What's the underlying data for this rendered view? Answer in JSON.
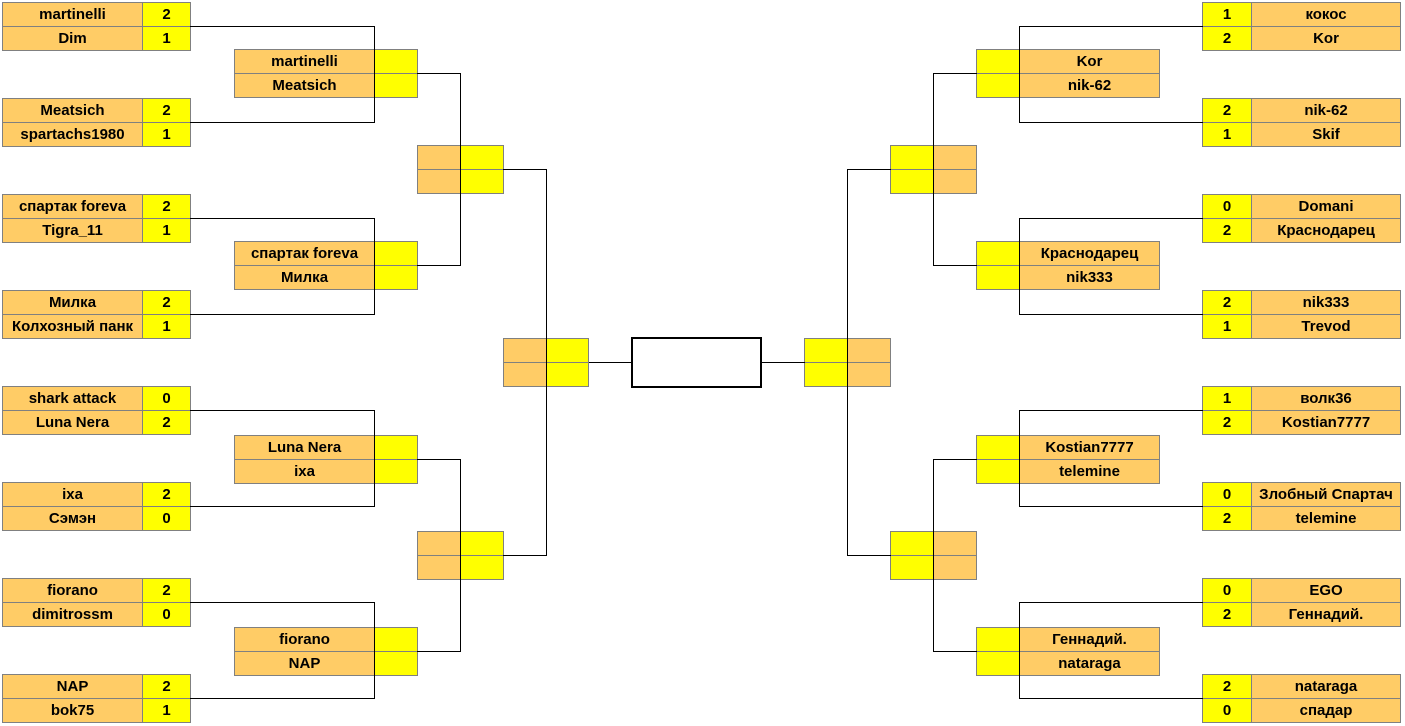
{
  "colors": {
    "name_cell": "#FFCC66",
    "score_cell": "#FFFF00",
    "line": "#000000"
  },
  "left": {
    "round1": [
      {
        "p1": "martinelli",
        "s1": "2",
        "p2": "Dim",
        "s2": "1"
      },
      {
        "p1": "Meatsich",
        "s1": "2",
        "p2": "spartachs1980",
        "s2": "1"
      },
      {
        "p1": "спартак foreva",
        "s1": "2",
        "p2": "Tigra_11",
        "s2": "1"
      },
      {
        "p1": "Милка",
        "s1": "2",
        "p2": "Колхозный панк",
        "s2": "1"
      },
      {
        "p1": "shark attack",
        "s1": "0",
        "p2": "Luna Nera",
        "s2": "2"
      },
      {
        "p1": "ixa",
        "s1": "2",
        "p2": "Сэмэн",
        "s2": "0"
      },
      {
        "p1": "fiorano",
        "s1": "2",
        "p2": "dimitrossm",
        "s2": "0"
      },
      {
        "p1": "NAP",
        "s1": "2",
        "p2": "bok75",
        "s2": "1"
      }
    ],
    "round2": [
      {
        "p1": "martinelli",
        "s1": "",
        "p2": "Meatsich",
        "s2": ""
      },
      {
        "p1": "спартак foreva",
        "s1": "",
        "p2": "Милка",
        "s2": ""
      },
      {
        "p1": "Luna Nera",
        "s1": "",
        "p2": "ixa",
        "s2": ""
      },
      {
        "p1": "fiorano",
        "s1": "",
        "p2": "NAP",
        "s2": ""
      }
    ],
    "round3": [
      {
        "p1": "",
        "s1": "",
        "p2": "",
        "s2": ""
      },
      {
        "p1": "",
        "s1": "",
        "p2": "",
        "s2": ""
      }
    ],
    "semifinal": {
      "p1": "",
      "s1": "",
      "p2": "",
      "s2": ""
    }
  },
  "right": {
    "round1": [
      {
        "p1": "кокос",
        "s1": "1",
        "p2": "Kor",
        "s2": "2"
      },
      {
        "p1": "nik-62",
        "s1": "2",
        "p2": "Skif",
        "s2": "1"
      },
      {
        "p1": "Domani",
        "s1": "0",
        "p2": "Краснодарец",
        "s2": "2"
      },
      {
        "p1": "nik333",
        "s1": "2",
        "p2": "Trevod",
        "s2": "1"
      },
      {
        "p1": "волк36",
        "s1": "1",
        "p2": "Kostian7777",
        "s2": "2"
      },
      {
        "p1": "Злобный Спартач",
        "s1": "0",
        "p2": "telemine",
        "s2": "2"
      },
      {
        "p1": "EGO",
        "s1": "0",
        "p2": "Геннадий.",
        "s2": "2"
      },
      {
        "p1": "nataraga",
        "s1": "2",
        "p2": "спадар",
        "s2": "0"
      }
    ],
    "round2": [
      {
        "p1": "Kor",
        "s1": "",
        "p2": "nik-62",
        "s2": ""
      },
      {
        "p1": "Краснодарец",
        "s1": "",
        "p2": "nik333",
        "s2": ""
      },
      {
        "p1": "Kostian7777",
        "s1": "",
        "p2": "telemine",
        "s2": ""
      },
      {
        "p1": "Геннадий.",
        "s1": "",
        "p2": "nataraga",
        "s2": ""
      }
    ],
    "round3": [
      {
        "p1": "",
        "s1": "",
        "p2": "",
        "s2": ""
      },
      {
        "p1": "",
        "s1": "",
        "p2": "",
        "s2": ""
      }
    ],
    "semifinal": {
      "p1": "",
      "s1": "",
      "p2": "",
      "s2": ""
    }
  },
  "final": {
    "winner": ""
  }
}
